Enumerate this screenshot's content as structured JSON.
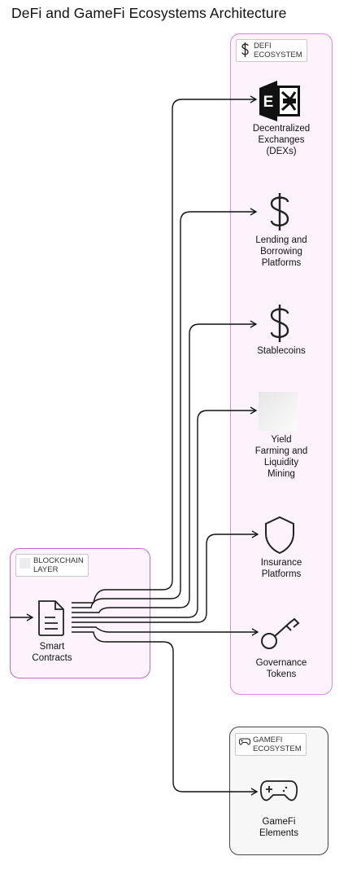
{
  "title": "DeFi and GameFi Ecosystems Architecture",
  "clusters": {
    "defi": {
      "label": "DEFI\nECOSYSTEM",
      "icon": "dollar-icon",
      "border_color": "#d98ad9",
      "fill_color": "#fdf3fd"
    },
    "blockchain": {
      "label": "BLOCKCHAIN\nLAYER",
      "icon": "blank-image-icon",
      "border_color": "#c46ac4",
      "fill_color": "#fdf3fd"
    },
    "gamefi": {
      "label": "GAMEFI\nECOSYSTEM",
      "icon": "gamepad-icon",
      "border_color": "#444444",
      "fill_color": "#f7f7f7"
    }
  },
  "nodes": {
    "dex": {
      "label": "Decentralized\nExchanges\n(DEXs)",
      "icon": "exchange-logo-icon"
    },
    "lending": {
      "label": "Lending and\nBorrowing\nPlatforms",
      "icon": "dollar-icon"
    },
    "stablecoins": {
      "label": "Stablecoins",
      "icon": "dollar-icon"
    },
    "yield": {
      "label": "Yield\nFarming and\nLiquidity\nMining",
      "icon": "blank-image-icon"
    },
    "insurance": {
      "label": "Insurance\nPlatforms",
      "icon": "shield-icon"
    },
    "governance": {
      "label": "Governance\nTokens",
      "icon": "key-icon"
    },
    "smart_contracts": {
      "label": "Smart\nContracts",
      "icon": "document-icon"
    },
    "gamefi_elements": {
      "label": "GameFi\nElements",
      "icon": "gamepad-icon"
    }
  },
  "edges": [
    {
      "from": "smart_contracts",
      "to": "dex"
    },
    {
      "from": "smart_contracts",
      "to": "lending"
    },
    {
      "from": "smart_contracts",
      "to": "stablecoins"
    },
    {
      "from": "smart_contracts",
      "to": "yield"
    },
    {
      "from": "smart_contracts",
      "to": "insurance"
    },
    {
      "from": "smart_contracts",
      "to": "governance"
    },
    {
      "from": "smart_contracts",
      "to": "gamefi_elements"
    },
    {
      "from": "external",
      "to": "smart_contracts"
    }
  ]
}
